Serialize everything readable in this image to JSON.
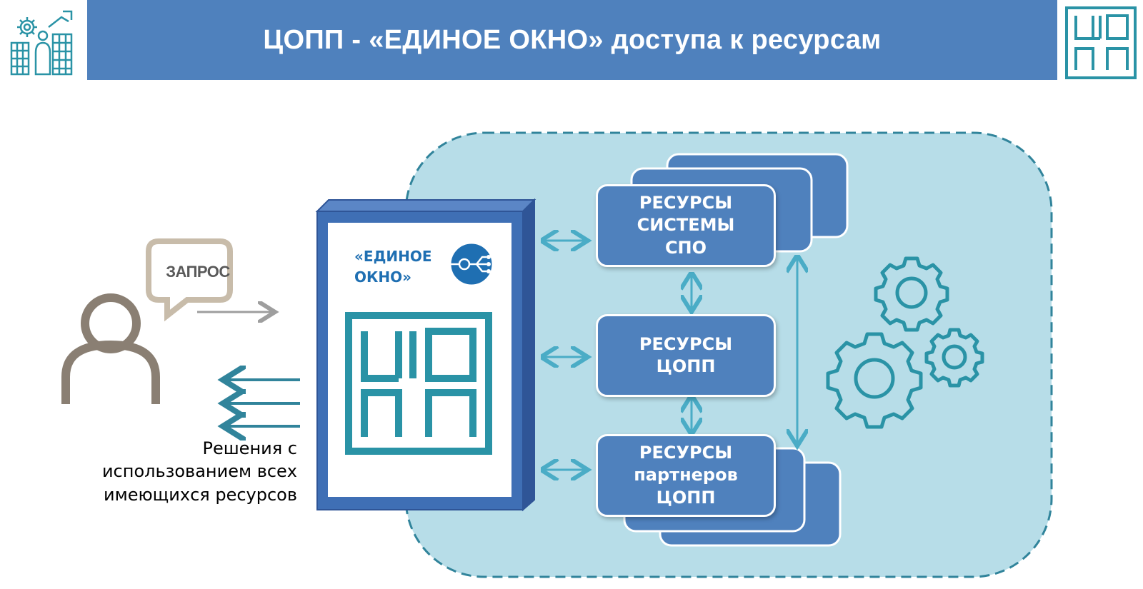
{
  "header": {
    "title": "ЦОПП - «ЕДИНОЕ ОКНО» доступа к ресурсам",
    "bar_color": "#4f81bd",
    "left_icon": "office-building-gear-icon",
    "right_logo_text": "ЦОПП"
  },
  "diagram": {
    "request": {
      "label": "ЗАПРОС",
      "icon": "speech-bubble-icon"
    },
    "user_icon": "user-silhouette-icon",
    "solutions": {
      "line1": "Решения с",
      "line2": "использованием всех",
      "line3": "имеющихся ресурсов"
    },
    "single_window": {
      "label_line1": "«ЕДИНОЕ",
      "label_line2": "ОКНО»",
      "icon": "network-hub-icon",
      "logo_text": "ЦОПП"
    },
    "resources": [
      {
        "line1": "РЕСУРСЫ",
        "line2": "СИСТЕМЫ",
        "line3": "СПО"
      },
      {
        "line1": "РЕСУРСЫ",
        "line2": "ЦОПП"
      },
      {
        "line1": "РЕСУРСЫ",
        "line2": "партнеров",
        "line3": "ЦОПП"
      }
    ],
    "gears_icon": "gears-icon",
    "colors": {
      "accent_teal": "#2a93a6",
      "box_blue": "#4f81bd",
      "panel_bg": "#b7dde8",
      "panel_border": "#31849b",
      "gray": "#8a7f73"
    }
  }
}
